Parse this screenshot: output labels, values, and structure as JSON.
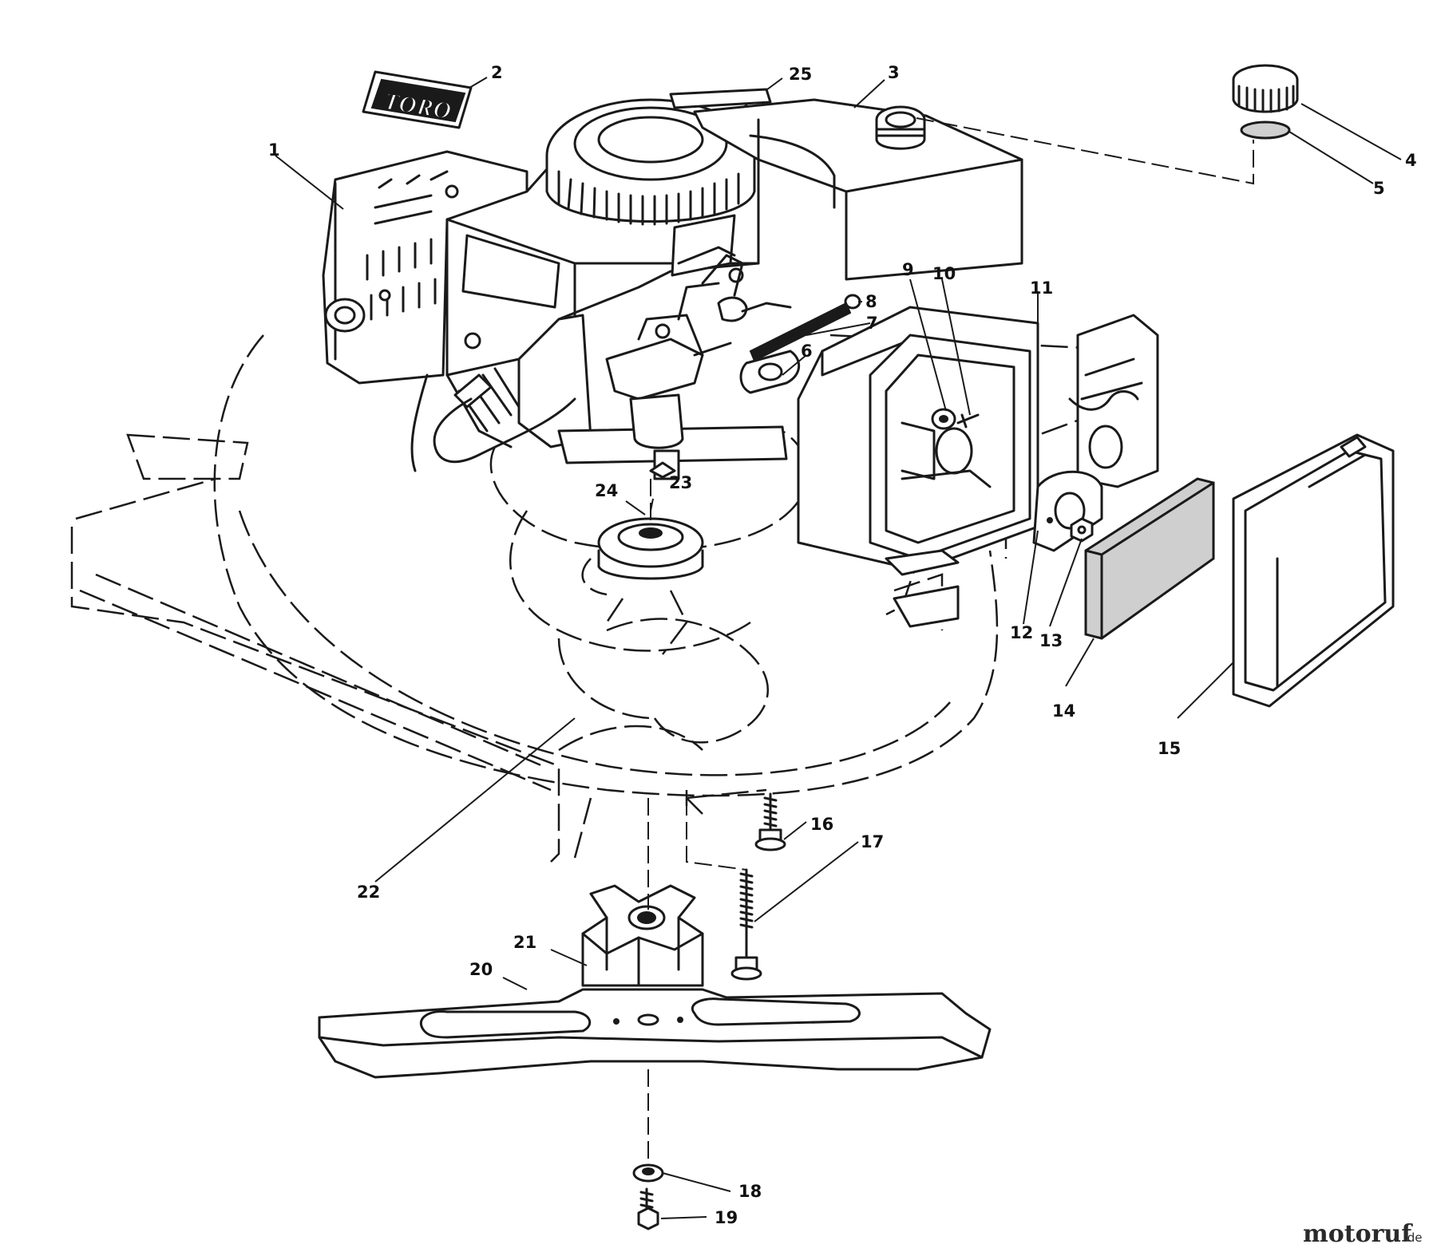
{
  "diagram": {
    "brand_label": "TORO",
    "watermark": {
      "name": "motoruf",
      "suffix": ".de"
    },
    "callouts": [
      {
        "id": 1,
        "label": "1"
      },
      {
        "id": 2,
        "label": "2"
      },
      {
        "id": 3,
        "label": "3"
      },
      {
        "id": 4,
        "label": "4"
      },
      {
        "id": 5,
        "label": "5"
      },
      {
        "id": 6,
        "label": "6"
      },
      {
        "id": 7,
        "label": "7"
      },
      {
        "id": 8,
        "label": "8"
      },
      {
        "id": 9,
        "label": "9"
      },
      {
        "id": 10,
        "label": "10"
      },
      {
        "id": 11,
        "label": "11"
      },
      {
        "id": 12,
        "label": "12"
      },
      {
        "id": 13,
        "label": "13"
      },
      {
        "id": 14,
        "label": "14"
      },
      {
        "id": 15,
        "label": "15"
      },
      {
        "id": 16,
        "label": "16"
      },
      {
        "id": 17,
        "label": "17"
      },
      {
        "id": 18,
        "label": "18"
      },
      {
        "id": 19,
        "label": "19"
      },
      {
        "id": 20,
        "label": "20"
      },
      {
        "id": 21,
        "label": "21"
      },
      {
        "id": 22,
        "label": "22"
      },
      {
        "id": 23,
        "label": "23"
      },
      {
        "id": 24,
        "label": "24"
      },
      {
        "id": 25,
        "label": "25"
      }
    ]
  }
}
